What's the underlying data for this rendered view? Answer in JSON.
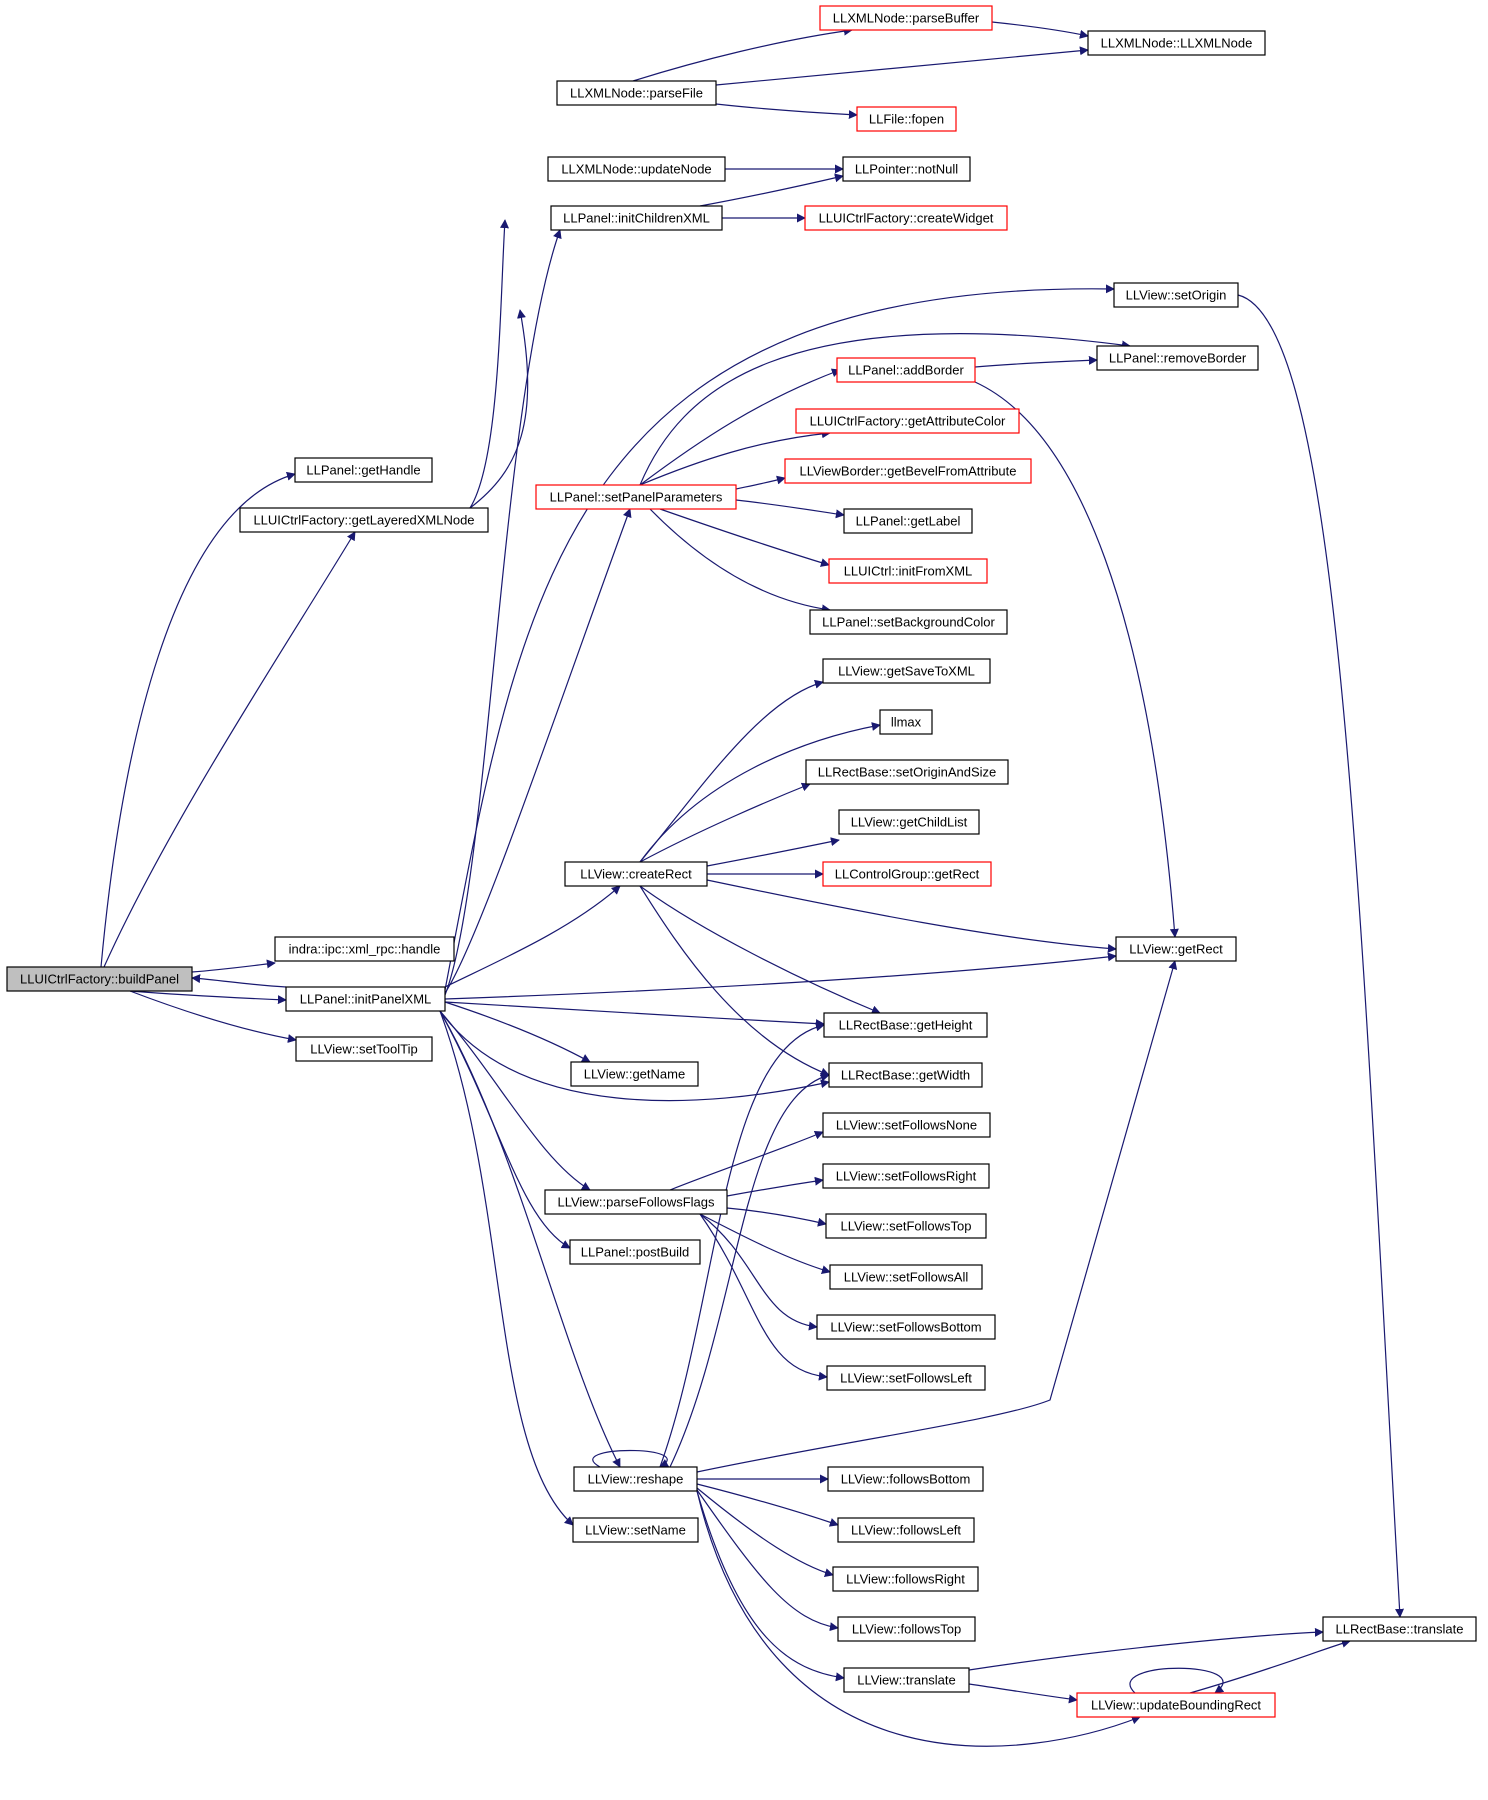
{
  "diagram": {
    "colors": {
      "edge": "#191970",
      "node_border": "#000000",
      "highlight_border": "#ff0000",
      "root_fill": "#bfbfbf",
      "background": "#ffffff"
    },
    "nodes": [
      {
        "id": "buildPanel",
        "label": "LLUICtrlFactory::buildPanel",
        "style": "root"
      },
      {
        "id": "getHandle",
        "label": "LLPanel::getHandle",
        "style": "normal"
      },
      {
        "id": "getLayeredXMLNode",
        "label": "LLUICtrlFactory::getLayeredXMLNode",
        "style": "normal"
      },
      {
        "id": "xmlrpcHandle",
        "label": "indra::ipc::xml_rpc::handle",
        "style": "normal"
      },
      {
        "id": "initPanelXML",
        "label": "LLPanel::initPanelXML",
        "style": "normal"
      },
      {
        "id": "setToolTip",
        "label": "LLView::setToolTip",
        "style": "normal"
      },
      {
        "id": "parseFile",
        "label": "LLXMLNode::parseFile",
        "style": "normal"
      },
      {
        "id": "updateNode",
        "label": "LLXMLNode::updateNode",
        "style": "normal"
      },
      {
        "id": "initChildrenXML",
        "label": "LLPanel::initChildrenXML",
        "style": "normal"
      },
      {
        "id": "setPanelParameters",
        "label": "LLPanel::setPanelParameters",
        "style": "highlight"
      },
      {
        "id": "createRect",
        "label": "LLView::createRect",
        "style": "normal"
      },
      {
        "id": "getName",
        "label": "LLView::getName",
        "style": "normal"
      },
      {
        "id": "parseFollowsFlags",
        "label": "LLView::parseFollowsFlags",
        "style": "normal"
      },
      {
        "id": "postBuild",
        "label": "LLPanel::postBuild",
        "style": "normal"
      },
      {
        "id": "reshape",
        "label": "LLView::reshape",
        "style": "normal"
      },
      {
        "id": "setName",
        "label": "LLView::setName",
        "style": "normal"
      },
      {
        "id": "parseBuffer",
        "label": "LLXMLNode::parseBuffer",
        "style": "highlight"
      },
      {
        "id": "fopen",
        "label": "LLFile::fopen",
        "style": "highlight"
      },
      {
        "id": "notNull",
        "label": "LLPointer::notNull",
        "style": "normal"
      },
      {
        "id": "createWidget",
        "label": "LLUICtrlFactory::createWidget",
        "style": "highlight"
      },
      {
        "id": "addBorder",
        "label": "LLPanel::addBorder",
        "style": "highlight"
      },
      {
        "id": "getAttributeColor",
        "label": "LLUICtrlFactory::getAttributeColor",
        "style": "highlight"
      },
      {
        "id": "getBevelFromAttribute",
        "label": "LLViewBorder::getBevelFromAttribute",
        "style": "highlight"
      },
      {
        "id": "getLabel",
        "label": "LLPanel::getLabel",
        "style": "normal"
      },
      {
        "id": "initFromXML",
        "label": "LLUICtrl::initFromXML",
        "style": "highlight"
      },
      {
        "id": "setBackgroundColor",
        "label": "LLPanel::setBackgroundColor",
        "style": "normal"
      },
      {
        "id": "getSaveToXML",
        "label": "LLView::getSaveToXML",
        "style": "normal"
      },
      {
        "id": "llmax",
        "label": "llmax",
        "style": "normal"
      },
      {
        "id": "setOriginAndSize",
        "label": "LLRectBase::setOriginAndSize",
        "style": "normal"
      },
      {
        "id": "getChildList",
        "label": "LLView::getChildList",
        "style": "normal"
      },
      {
        "id": "ctrlGroupGetRect",
        "label": "LLControlGroup::getRect",
        "style": "highlight"
      },
      {
        "id": "getHeight",
        "label": "LLRectBase::getHeight",
        "style": "normal"
      },
      {
        "id": "getWidth",
        "label": "LLRectBase::getWidth",
        "style": "normal"
      },
      {
        "id": "setFollowsNone",
        "label": "LLView::setFollowsNone",
        "style": "normal"
      },
      {
        "id": "setFollowsRight",
        "label": "LLView::setFollowsRight",
        "style": "normal"
      },
      {
        "id": "setFollowsTop",
        "label": "LLView::setFollowsTop",
        "style": "normal"
      },
      {
        "id": "setFollowsAll",
        "label": "LLView::setFollowsAll",
        "style": "normal"
      },
      {
        "id": "setFollowsBottom",
        "label": "LLView::setFollowsBottom",
        "style": "normal"
      },
      {
        "id": "setFollowsLeft",
        "label": "LLView::setFollowsLeft",
        "style": "normal"
      },
      {
        "id": "followsBottom",
        "label": "LLView::followsBottom",
        "style": "normal"
      },
      {
        "id": "followsLeft",
        "label": "LLView::followsLeft",
        "style": "normal"
      },
      {
        "id": "followsRight",
        "label": "LLView::followsRight",
        "style": "normal"
      },
      {
        "id": "followsTop",
        "label": "LLView::followsTop",
        "style": "normal"
      },
      {
        "id": "viewTranslate",
        "label": "LLView::translate",
        "style": "normal"
      },
      {
        "id": "xmlNodeCtor",
        "label": "LLXMLNode::LLXMLNode",
        "style": "normal"
      },
      {
        "id": "setOrigin",
        "label": "LLView::setOrigin",
        "style": "normal"
      },
      {
        "id": "removeBorder",
        "label": "LLPanel::removeBorder",
        "style": "normal"
      },
      {
        "id": "viewGetRect",
        "label": "LLView::getRect",
        "style": "normal"
      },
      {
        "id": "updateBoundingRect",
        "label": "LLView::updateBoundingRect",
        "style": "highlight"
      },
      {
        "id": "rectTranslate",
        "label": "LLRectBase::translate",
        "style": "normal"
      }
    ],
    "edges": [
      [
        "buildPanel",
        "getHandle"
      ],
      [
        "buildPanel",
        "getLayeredXMLNode"
      ],
      [
        "buildPanel",
        "xmlrpcHandle"
      ],
      [
        "buildPanel",
        "initPanelXML"
      ],
      [
        "buildPanel",
        "setToolTip"
      ],
      [
        "initPanelXML",
        "buildPanel"
      ],
      [
        "getLayeredXMLNode",
        "parseFile"
      ],
      [
        "getLayeredXMLNode",
        "updateNode"
      ],
      [
        "parseFile",
        "parseBuffer"
      ],
      [
        "parseFile",
        "xmlNodeCtor"
      ],
      [
        "parseFile",
        "fopen"
      ],
      [
        "parseBuffer",
        "xmlNodeCtor"
      ],
      [
        "updateNode",
        "notNull"
      ],
      [
        "initChildrenXML",
        "notNull"
      ],
      [
        "initChildrenXML",
        "createWidget"
      ],
      [
        "initPanelXML",
        "initChildrenXML"
      ],
      [
        "initPanelXML",
        "setPanelParameters"
      ],
      [
        "initPanelXML",
        "setOrigin"
      ],
      [
        "initPanelXML",
        "createRect"
      ],
      [
        "initPanelXML",
        "viewGetRect"
      ],
      [
        "initPanelXML",
        "getHeight"
      ],
      [
        "initPanelXML",
        "getName"
      ],
      [
        "initPanelXML",
        "getWidth"
      ],
      [
        "initPanelXML",
        "parseFollowsFlags"
      ],
      [
        "initPanelXML",
        "postBuild"
      ],
      [
        "initPanelXML",
        "reshape"
      ],
      [
        "initPanelXML",
        "setName"
      ],
      [
        "setPanelParameters",
        "addBorder"
      ],
      [
        "setPanelParameters",
        "removeBorder"
      ],
      [
        "setPanelParameters",
        "getAttributeColor"
      ],
      [
        "setPanelParameters",
        "getBevelFromAttribute"
      ],
      [
        "setPanelParameters",
        "getLabel"
      ],
      [
        "setPanelParameters",
        "initFromXML"
      ],
      [
        "setPanelParameters",
        "setBackgroundColor"
      ],
      [
        "addBorder",
        "removeBorder"
      ],
      [
        "addBorder",
        "viewGetRect"
      ],
      [
        "setOrigin",
        "rectTranslate"
      ],
      [
        "createRect",
        "getSaveToXML"
      ],
      [
        "createRect",
        "llmax"
      ],
      [
        "createRect",
        "setOriginAndSize"
      ],
      [
        "createRect",
        "getChildList"
      ],
      [
        "createRect",
        "ctrlGroupGetRect"
      ],
      [
        "createRect",
        "viewGetRect"
      ],
      [
        "createRect",
        "getHeight"
      ],
      [
        "createRect",
        "getWidth"
      ],
      [
        "parseFollowsFlags",
        "setFollowsNone"
      ],
      [
        "parseFollowsFlags",
        "setFollowsRight"
      ],
      [
        "parseFollowsFlags",
        "setFollowsTop"
      ],
      [
        "parseFollowsFlags",
        "setFollowsAll"
      ],
      [
        "parseFollowsFlags",
        "setFollowsBottom"
      ],
      [
        "parseFollowsFlags",
        "setFollowsLeft"
      ],
      [
        "reshape",
        "reshape"
      ],
      [
        "reshape",
        "viewGetRect"
      ],
      [
        "reshape",
        "getHeight"
      ],
      [
        "reshape",
        "getWidth"
      ],
      [
        "reshape",
        "followsBottom"
      ],
      [
        "reshape",
        "followsLeft"
      ],
      [
        "reshape",
        "followsRight"
      ],
      [
        "reshape",
        "followsTop"
      ],
      [
        "reshape",
        "viewTranslate"
      ],
      [
        "reshape",
        "updateBoundingRect"
      ],
      [
        "viewTranslate",
        "rectTranslate"
      ],
      [
        "viewTranslate",
        "updateBoundingRect"
      ],
      [
        "updateBoundingRect",
        "updateBoundingRect"
      ],
      [
        "updateBoundingRect",
        "rectTranslate"
      ]
    ]
  }
}
